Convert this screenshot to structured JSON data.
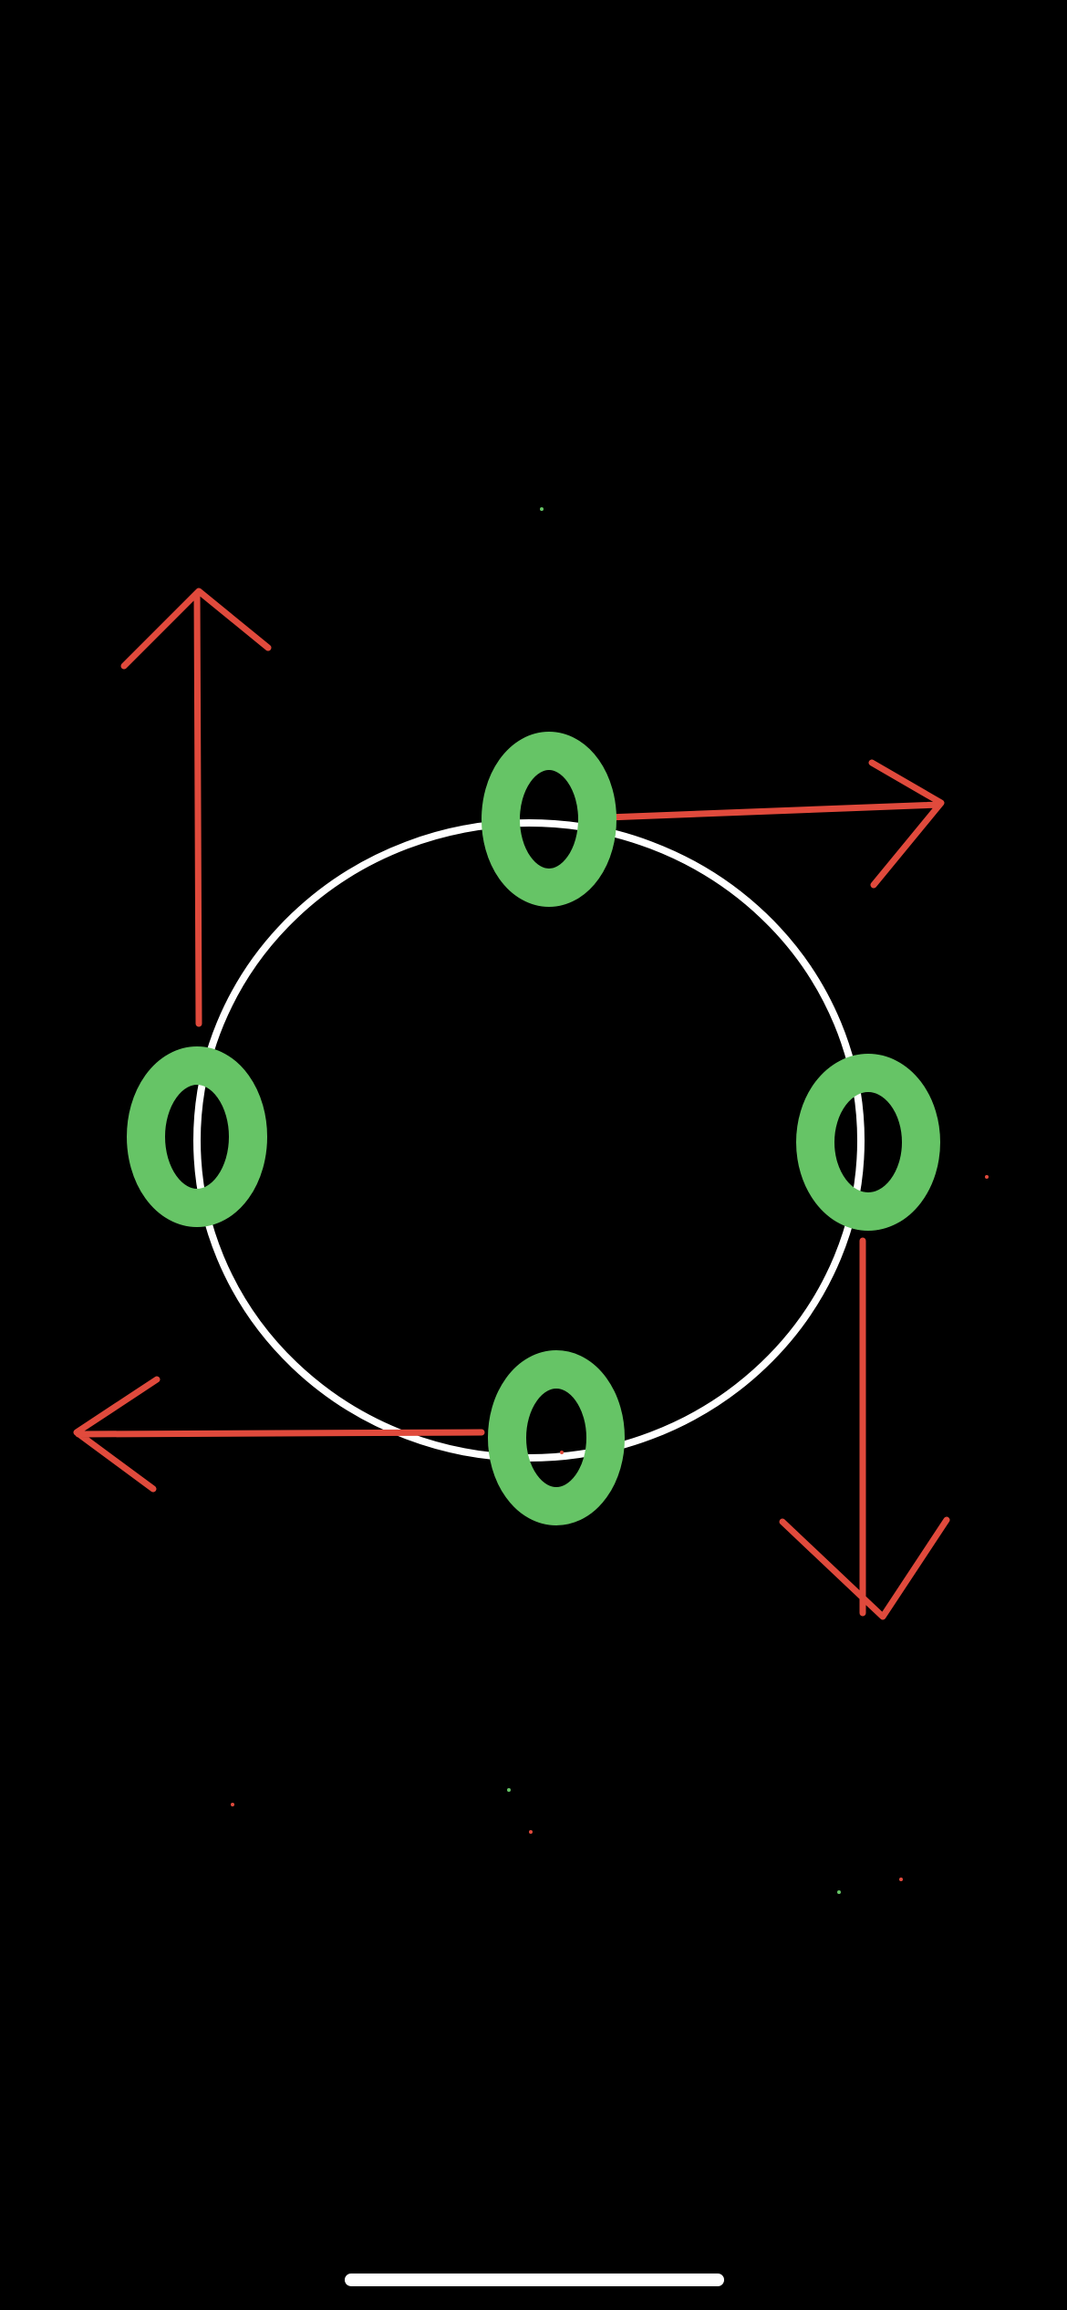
{
  "colors": {
    "background": "#000000",
    "ring": "#ffffff",
    "marker": "#66c466",
    "arrow": "#e04a3c",
    "home_indicator": "#ffffff"
  },
  "markers": [
    {
      "id": "top"
    },
    {
      "id": "left"
    },
    {
      "id": "right"
    },
    {
      "id": "bottom"
    }
  ],
  "arrows": [
    {
      "id": "up",
      "direction": "up"
    },
    {
      "id": "right",
      "direction": "right"
    },
    {
      "id": "down",
      "direction": "down"
    },
    {
      "id": "left",
      "direction": "left"
    }
  ]
}
